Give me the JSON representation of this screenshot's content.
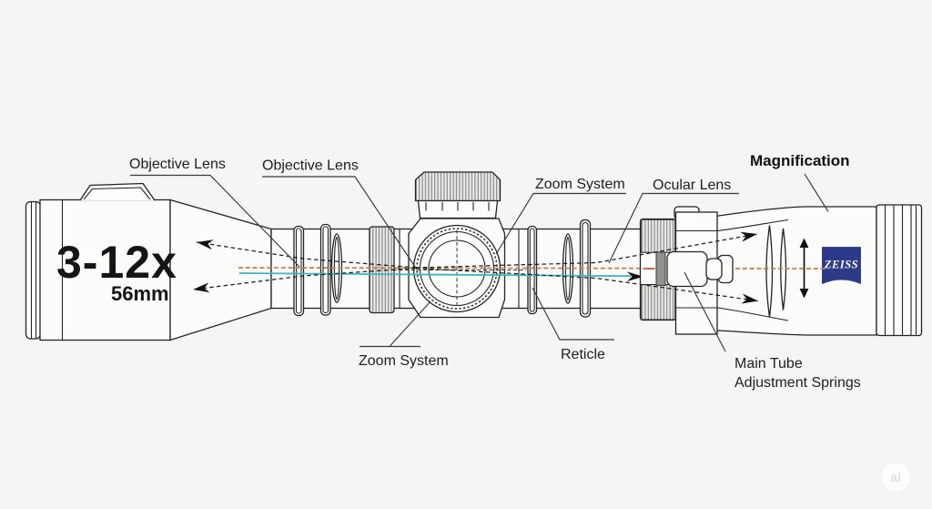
{
  "diagram": {
    "title": "Riflescope internal diagram",
    "background_color": "#f5f5f3",
    "line_color": "#232323",
    "labels": {
      "objective_lens_left": "Objective Lens",
      "objective_lens_inner": "Objective Lens",
      "zoom_system_top": "Zoom System",
      "ocular_lens": "Ocular Lens",
      "magnification": "Magnification",
      "zoom_system_bottom": "Zoom System",
      "reticle": "Reticle",
      "main_tube_adjustment_line1": "Main Tube",
      "main_tube_adjustment_line2": "Adjustment Springs"
    },
    "scope": {
      "magnification_range": "3-12x",
      "objective_diameter": "56mm",
      "brand_logo": "ZEISS"
    },
    "colors": {
      "optical_axis_orange": "#bf7c48",
      "optical_axis_cyan": "#3fb3c4",
      "zeiss_blue": "#2d3a8a"
    },
    "watermark": "ai"
  }
}
